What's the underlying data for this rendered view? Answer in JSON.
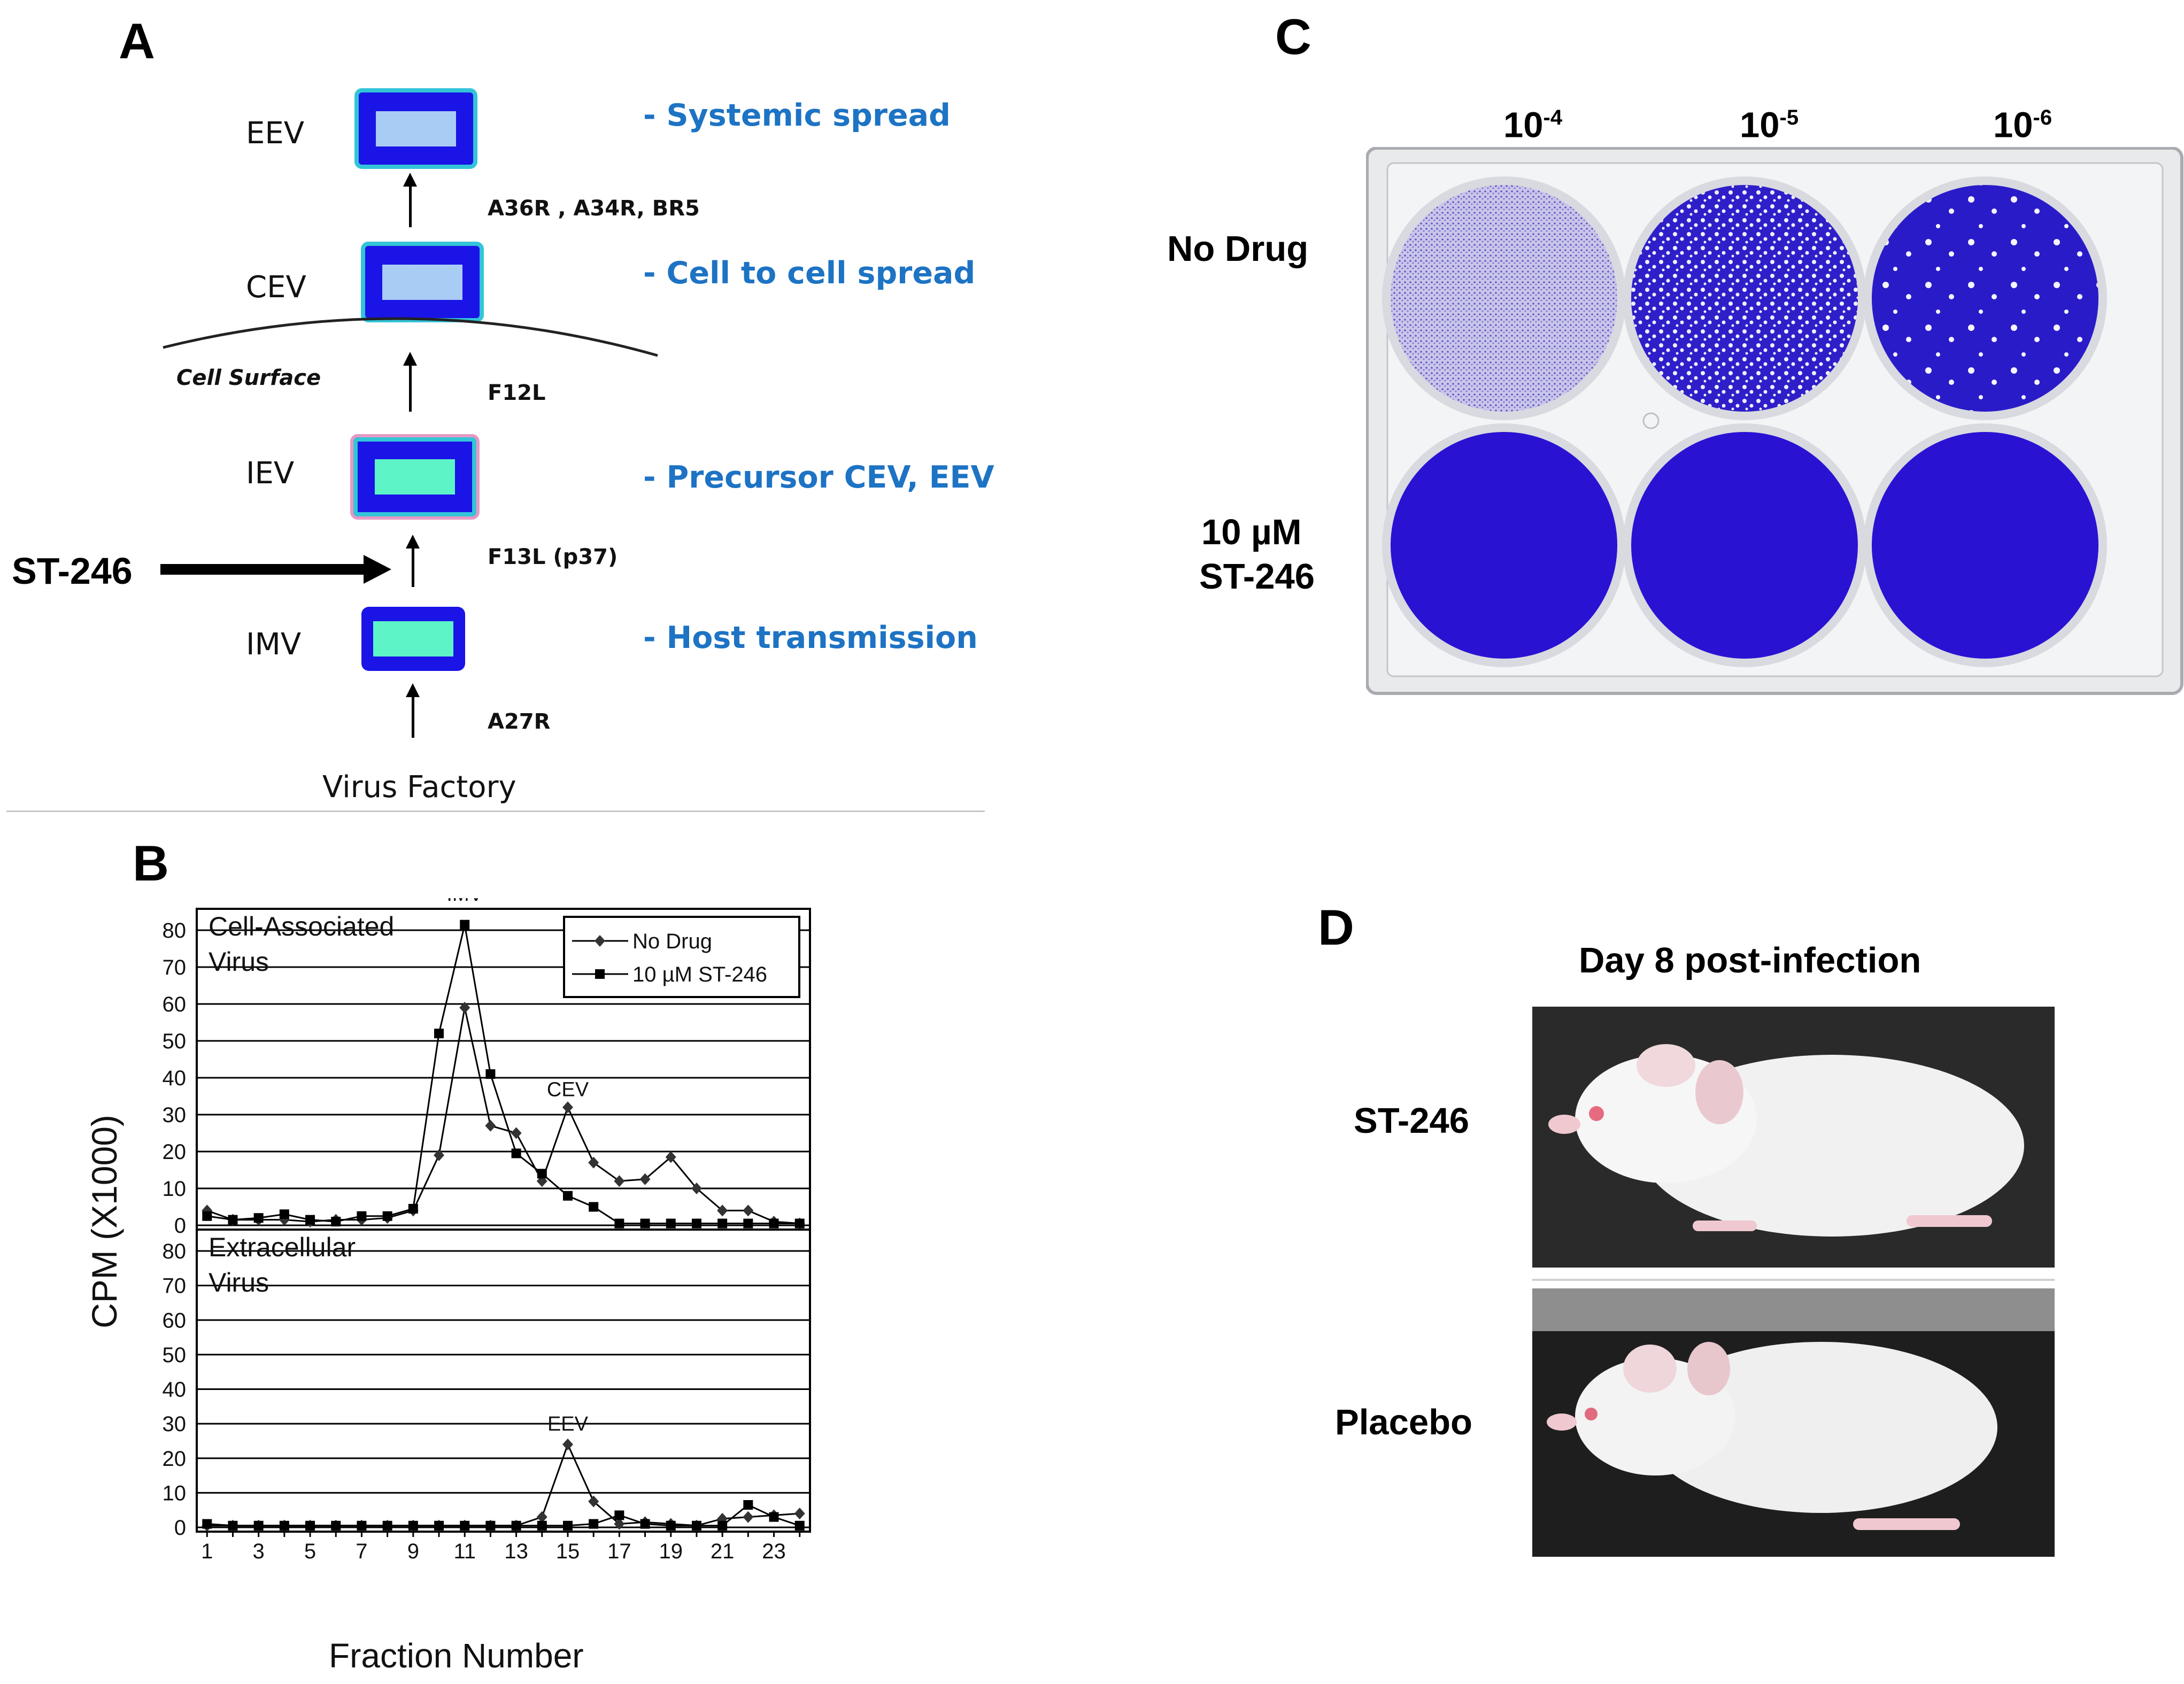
{
  "panel_a": {
    "label": "A",
    "stages": [
      {
        "name": "EEV",
        "role": "- Systemic spread",
        "gene": "A36R , A34R, BR5"
      },
      {
        "name": "CEV",
        "role": "- Cell to cell spread",
        "gene": "F12L"
      },
      {
        "name": "IEV",
        "role": "- Precursor CEV, EEV",
        "gene": "F13L (p37)"
      },
      {
        "name": "IMV",
        "role": "- Host transmission",
        "gene": "A27R"
      }
    ],
    "cell_surface_label": "Cell Surface",
    "drug_label": "ST-246",
    "source_label": "Virus Factory",
    "colors": {
      "virion_fill": "#1a14e6",
      "eev_border": "#33c4d8",
      "iev_border": "#e699c4",
      "core_light_blue": "#a9ccf5",
      "core_aqua": "#5df5c8",
      "role_text": "#1d73c4"
    }
  },
  "panel_b": {
    "label": "B",
    "ylabel": "CPM (X1000)",
    "xlabel": "Fraction Number"
  },
  "panel_c": {
    "label": "C",
    "dilutions": [
      {
        "base": "10",
        "exp": "-4"
      },
      {
        "base": "10",
        "exp": "-5"
      },
      {
        "base": "10",
        "exp": "-6"
      }
    ],
    "row_labels": {
      "no_drug": "No Drug",
      "treated_line1": "10 µM",
      "treated_line2": "ST-246"
    }
  },
  "panel_d": {
    "label": "D",
    "title": "Day 8 post-infection",
    "rows": [
      "ST-246",
      "Placebo"
    ]
  },
  "chart_data": [
    {
      "type": "line",
      "panel": "B",
      "subplot": "top",
      "annotation_title": [
        "Cell-Associated",
        "Virus"
      ],
      "x": [
        1,
        2,
        3,
        4,
        5,
        6,
        7,
        8,
        9,
        10,
        11,
        12,
        13,
        14,
        15,
        16,
        17,
        18,
        19,
        20,
        21,
        22,
        23,
        24
      ],
      "xticks": [
        1,
        3,
        5,
        7,
        9,
        11,
        13,
        15,
        17,
        19,
        21,
        23
      ],
      "ylim": [
        0,
        85
      ],
      "yticks": [
        0,
        10,
        20,
        30,
        40,
        50,
        60,
        70,
        80
      ],
      "series": [
        {
          "name": "No Drug",
          "marker": "diamond",
          "values": [
            4,
            1.5,
            1.5,
            1.5,
            1,
            1.5,
            1.5,
            2,
            4,
            19,
            59,
            27,
            25,
            12,
            32,
            17,
            12,
            12.5,
            18.5,
            10,
            4,
            4,
            1,
            0.5
          ]
        },
        {
          "name": "10 µM ST-246",
          "marker": "square",
          "values": [
            2.5,
            1.5,
            2,
            3,
            1.5,
            1,
            2.5,
            2.5,
            4.5,
            52,
            81.5,
            41,
            19.5,
            14,
            8,
            5,
            0.5,
            0.5,
            0.5,
            0.5,
            0.5,
            0.5,
            0.5,
            0.5
          ]
        }
      ],
      "annotations": [
        {
          "text": "IMV",
          "x": 11,
          "y": 88
        },
        {
          "text": "CEV",
          "x": 15,
          "y": 35
        }
      ],
      "legend": "top-right"
    },
    {
      "type": "line",
      "panel": "B",
      "subplot": "bottom",
      "annotation_title": [
        "Extracellular",
        "Virus"
      ],
      "x": [
        1,
        2,
        3,
        4,
        5,
        6,
        7,
        8,
        9,
        10,
        11,
        12,
        13,
        14,
        15,
        16,
        17,
        18,
        19,
        20,
        21,
        22,
        23,
        24
      ],
      "xticks": [
        1,
        3,
        5,
        7,
        9,
        11,
        13,
        15,
        17,
        19,
        21,
        23
      ],
      "ylim": [
        0,
        85
      ],
      "yticks": [
        0,
        10,
        20,
        30,
        40,
        50,
        60,
        70,
        80
      ],
      "series": [
        {
          "name": "No Drug",
          "marker": "diamond",
          "values": [
            0.5,
            0.5,
            0.5,
            0.5,
            0.5,
            0.5,
            0.5,
            0.5,
            0.5,
            0.5,
            0.5,
            0.5,
            0.5,
            3,
            24,
            7.5,
            1,
            1.5,
            1,
            0.5,
            2.5,
            3,
            3.5,
            4
          ]
        },
        {
          "name": "10 µM ST-246",
          "marker": "square",
          "values": [
            1,
            0.5,
            0.5,
            0.5,
            0.5,
            0.5,
            0.5,
            0.5,
            0.5,
            0.5,
            0.5,
            0.5,
            0.5,
            0.5,
            0.5,
            1,
            3.5,
            1,
            0.5,
            0.5,
            0.5,
            6.5,
            3,
            0.5
          ]
        }
      ],
      "annotations": [
        {
          "text": "EEV",
          "x": 15,
          "y": 28
        }
      ]
    }
  ]
}
